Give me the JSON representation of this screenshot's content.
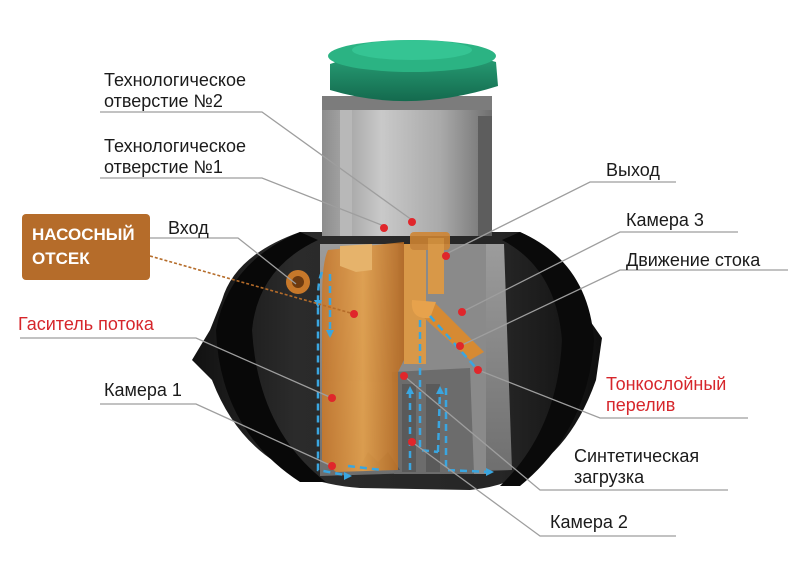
{
  "badge": {
    "line1": "НАСОСНЫЙ",
    "line2": "ОТСЕК"
  },
  "labels": {
    "tech_hole_2": [
      "Технологическое",
      "отверстие №2"
    ],
    "tech_hole_1": [
      "Технологическое",
      "отверстие №1"
    ],
    "inlet": "Вход",
    "outlet": "Выход",
    "chamber_3": "Камера 3",
    "flow_movement": "Движение стока",
    "flow_damper": "Гаситель потока",
    "chamber_1": "Камера 1",
    "thin_layer_overflow": [
      "Тонкослойный",
      "перелив"
    ],
    "synthetic_load": [
      "Синтетическая",
      "загрузка"
    ],
    "chamber_2": "Камера 2"
  },
  "colors": {
    "text": "#1b1b1b",
    "accent_red": "#d6262b",
    "badge_bg": "#b56c2a",
    "lid": "#1f8f6a",
    "tank_body": "#1c1c1c",
    "neck": "#9a9a9a",
    "pump_compartment": "#d98a2b",
    "flow_arrows": "#3aa6e0",
    "leader_lines": "#9e9e9e"
  }
}
